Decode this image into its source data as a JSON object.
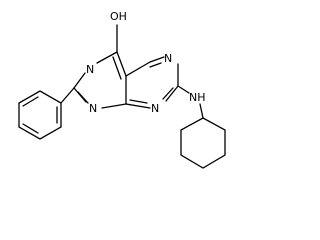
{
  "labels": {
    "hydroxyl": "OH",
    "n_left_top": "N",
    "n_right_top": "N",
    "n_bottom_left": "N",
    "n_bottom_right": "N",
    "amine": "NH"
  }
}
